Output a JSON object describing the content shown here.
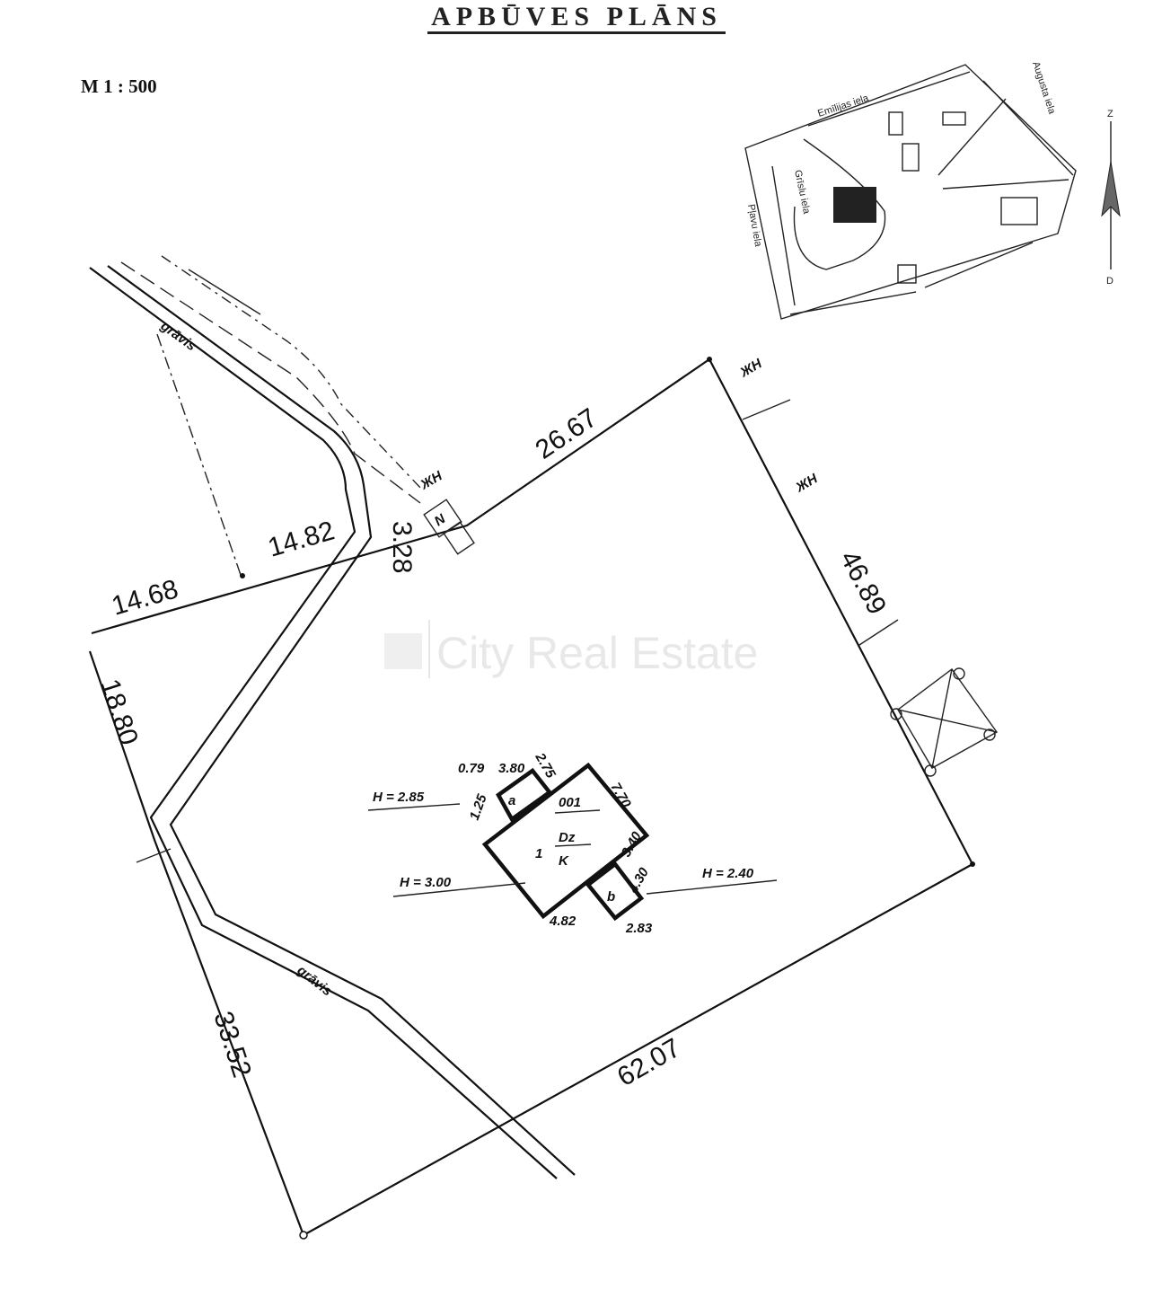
{
  "title": "APBŪVES PLĀNS",
  "scale": "M 1 : 500",
  "watermark": "City Real Estate",
  "dimensions": {
    "top_right": "26.67",
    "top_mid": "14.82",
    "top_left": "14.68",
    "small": "3.28",
    "right": "46.89",
    "left_upper": "18.80",
    "left_lower": "33.52",
    "bottom": "62.07"
  },
  "markers": {
    "fence1": "ЖН",
    "fence2": "ЖН",
    "box": "N",
    "road_end": "ЖН"
  },
  "ditch_label": "grāvis",
  "building": {
    "number": "1",
    "code": "001",
    "type_top": "Dz",
    "type_bottom": "K",
    "annex_a": "a",
    "annex_b": "b",
    "dims": [
      "0.79",
      "3.80",
      "2.75",
      "1.25",
      "7.70",
      "3.40",
      "4.30",
      "4.82",
      "2.83"
    ],
    "heights": [
      "H = 2.85",
      "H = 3.00",
      "H = 2.40"
    ]
  },
  "inset": {
    "streets": [
      "Emīlijas iela",
      "Augusta iela",
      "Grīslu iela",
      "Pļavu iela"
    ],
    "north": "Z",
    "south": "D"
  }
}
